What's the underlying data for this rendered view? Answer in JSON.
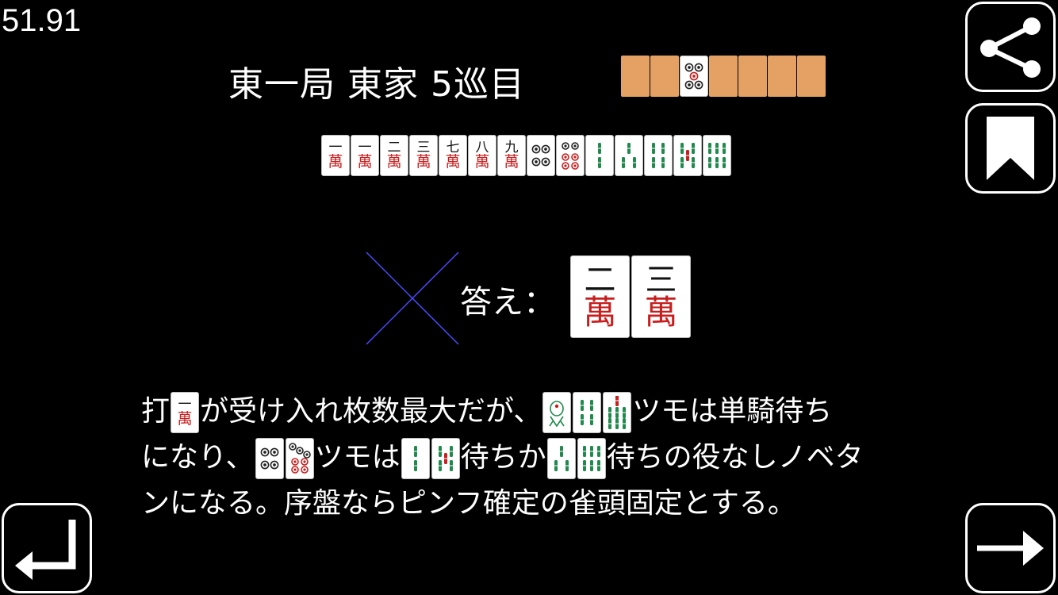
{
  "timer": "51.91",
  "round": {
    "title": "東一局 東家 5巡目"
  },
  "wall": {
    "tiles_before_indicator": 2,
    "indicator": {
      "suit": "pin",
      "value": 5
    },
    "tiles_after_indicator": 4,
    "colors": {
      "back": "#e5a163"
    }
  },
  "hand": [
    {
      "suit": "man",
      "num": "一",
      "kanji": "萬"
    },
    {
      "suit": "man",
      "num": "一",
      "kanji": "萬"
    },
    {
      "suit": "man",
      "num": "二",
      "kanji": "萬"
    },
    {
      "suit": "man",
      "num": "三",
      "kanji": "萬"
    },
    {
      "suit": "man",
      "num": "七",
      "kanji": "萬"
    },
    {
      "suit": "man",
      "num": "八",
      "kanji": "萬"
    },
    {
      "suit": "man",
      "num": "九",
      "kanji": "萬"
    },
    {
      "suit": "pin",
      "value": 4
    },
    {
      "suit": "pin",
      "value": 6
    },
    {
      "suit": "sou",
      "value": 2
    },
    {
      "suit": "sou",
      "value": 3
    },
    {
      "suit": "sou",
      "value": 4
    },
    {
      "suit": "sou",
      "value": 5
    },
    {
      "suit": "sou",
      "value": 6
    }
  ],
  "result": {
    "mark": "wrong-cross",
    "mark_color": "#4a4aff"
  },
  "answer": {
    "label": "答え：",
    "tiles": [
      {
        "suit": "man",
        "num": "二",
        "kanji": "萬"
      },
      {
        "suit": "man",
        "num": "三",
        "kanji": "萬"
      }
    ]
  },
  "explanation": {
    "lines": [
      [
        {
          "text": "打"
        },
        {
          "tile": {
            "suit": "man",
            "num": "一",
            "kanji": "萬"
          }
        },
        {
          "text": "が受け入れ枚数最大だが、"
        },
        {
          "tile": {
            "suit": "sou",
            "value": 1
          }
        },
        {
          "tile": {
            "suit": "sou",
            "value": 4
          }
        },
        {
          "tile": {
            "suit": "sou",
            "value": 7
          }
        },
        {
          "text": "ツモは単騎待ち"
        }
      ],
      [
        {
          "text": "になり、"
        },
        {
          "tile": {
            "suit": "pin",
            "value": 4
          }
        },
        {
          "tile": {
            "suit": "pin",
            "value": 7
          }
        },
        {
          "text": "ツモは"
        },
        {
          "tile": {
            "suit": "sou",
            "value": 2
          }
        },
        {
          "tile": {
            "suit": "sou",
            "value": 5
          }
        },
        {
          "text": "待ちか"
        },
        {
          "tile": {
            "suit": "sou",
            "value": 3
          }
        },
        {
          "tile": {
            "suit": "sou",
            "value": 6
          }
        },
        {
          "text": "待ちの役なしノベタ"
        }
      ],
      [
        {
          "text": "ンになる。序盤ならピンフ確定の雀頭固定とする。"
        }
      ]
    ]
  },
  "buttons": {
    "share": "share-icon",
    "bookmark": "bookmark-icon",
    "back": "return-arrow-icon",
    "next": "right-arrow-icon"
  },
  "colors": {
    "man_red": "#c81e1e",
    "sou_green": "#1f8a4c",
    "pin_blue": "#2a56a8"
  }
}
